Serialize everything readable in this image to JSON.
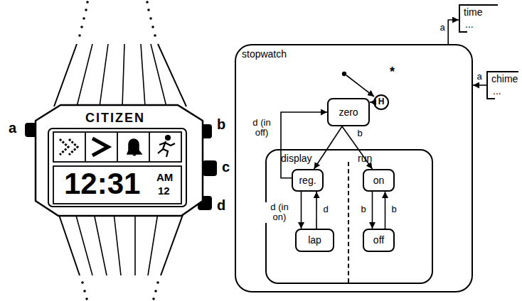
{
  "diagram": {
    "nodes": [
      {
        "text": [
          "stopwatch"
        ]
      },
      {
        "text": [
          "zero"
        ],
        "in": 0
      },
      {
        "text": [
          "H"
        ],
        "in": 0
      },
      {
        "text": [
          "display",
          "run"
        ],
        "in": 0
      },
      {
        "text": [
          "reg."
        ],
        "in": 3
      },
      {
        "text": [
          "lap"
        ],
        "in": 3
      },
      {
        "text": [
          "on"
        ],
        "in": 3
      },
      {
        "text": [
          "off"
        ],
        "in": 3
      },
      {
        "text": [
          "time",
          "..."
        ]
      },
      {
        "text": [
          "chime",
          "..."
        ]
      }
    ],
    "edges": [
      {
        "from": 2,
        "to": 1,
        "arrow": "to"
      },
      {
        "from": 1,
        "to": 4,
        "arrow": "to"
      },
      {
        "from": 1,
        "to": 6,
        "label": "b",
        "arrow": "to"
      },
      {
        "from": 4,
        "to": 1,
        "label": "d (in off)",
        "arrow": "to"
      },
      {
        "from": 4,
        "to": 5,
        "label": "d (in on)",
        "arrow": "to"
      },
      {
        "from": 5,
        "to": 4,
        "label": "d",
        "arrow": "to"
      },
      {
        "from": 6,
        "to": 7,
        "label": "b",
        "arrow": "to"
      },
      {
        "from": 7,
        "to": 6,
        "label": "b",
        "arrow": "to"
      },
      {
        "from": 0,
        "to": 8,
        "label": "a",
        "arrow": "to"
      },
      {
        "from": 9,
        "to": 0,
        "label": "a",
        "arrow": "to"
      }
    ],
    "labels": [
      "CITIZEN",
      "12:31",
      "AM",
      "12",
      "a",
      "b",
      "c",
      "d",
      "*"
    ]
  }
}
